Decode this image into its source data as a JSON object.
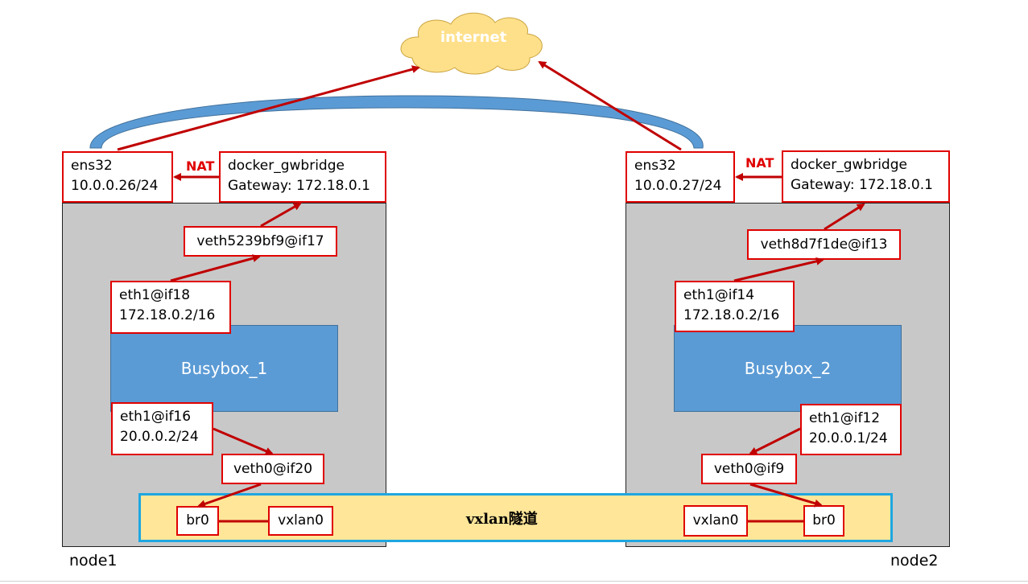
{
  "colors": {
    "node_bg": "#c8c8c8",
    "container_bg": "#5b9bd5",
    "box_border": "#e00000",
    "arrow": "#c00000",
    "tunnel_bg": "#ffe699",
    "tunnel_border": "#1ea7e1",
    "cloud": "#ffe08a",
    "link_arc": "#5b9bd5"
  },
  "internet": {
    "label": "internet"
  },
  "tunnel": {
    "label": "vxlan隧道"
  },
  "node1": {
    "label": "node1",
    "container": "Busybox_1",
    "ens": {
      "name": "ens32",
      "ip": "10.0.0.26/24"
    },
    "nat": "NAT",
    "gwbridge": {
      "name": "docker_gwbridge",
      "gateway": "Gateway: 172.18.0.1"
    },
    "veth_gw": "veth5239bf9@if17",
    "eth_gw": {
      "name": "eth1@if18",
      "ip": "172.18.0.2/16"
    },
    "eth_overlay": {
      "name": "eth1@if16",
      "ip": "20.0.0.2/24"
    },
    "veth_overlay": "veth0@if20",
    "br": "br0",
    "vxlan": "vxlan0"
  },
  "node2": {
    "label": "node2",
    "container": "Busybox_2",
    "ens": {
      "name": "ens32",
      "ip": "10.0.0.27/24"
    },
    "nat": "NAT",
    "gwbridge": {
      "name": "docker_gwbridge",
      "gateway": "Gateway: 172.18.0.1"
    },
    "veth_gw": "veth8d7f1de@if13",
    "eth_gw": {
      "name": "eth1@if14",
      "ip": "172.18.0.2/16"
    },
    "eth_overlay": {
      "name": "eth1@if12",
      "ip": "20.0.0.1/24"
    },
    "veth_overlay": "veth0@if9",
    "br": "br0",
    "vxlan": "vxlan0"
  }
}
